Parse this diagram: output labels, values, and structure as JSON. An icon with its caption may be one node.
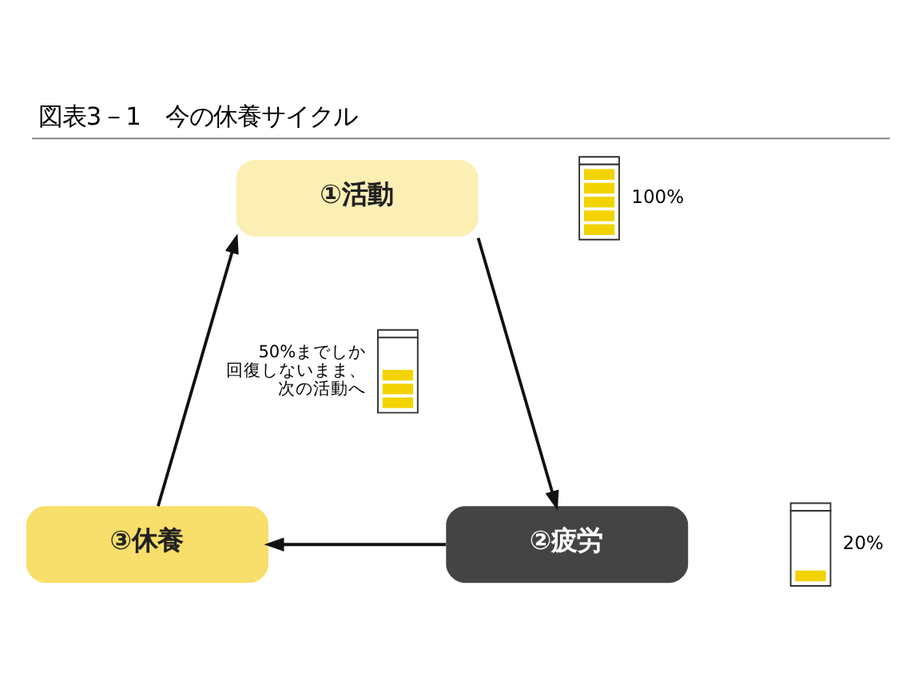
{
  "diagram": {
    "title": "図表3－1　今の休養サイクル",
    "nodes": [
      {
        "text": [
          "①活動"
        ]
      },
      {
        "text": [
          "②疲労"
        ]
      },
      {
        "text": [
          "③休養"
        ]
      }
    ],
    "edges": [
      {
        "from": 0,
        "to": 1,
        "arrow": "to"
      },
      {
        "from": 1,
        "to": 2,
        "arrow": "to"
      },
      {
        "from": 2,
        "to": 0,
        "arrow": "to",
        "label": "50%までしか回復しないまま、次の活動へ"
      }
    ],
    "labels": [
      "100%",
      "20%"
    ]
  }
}
